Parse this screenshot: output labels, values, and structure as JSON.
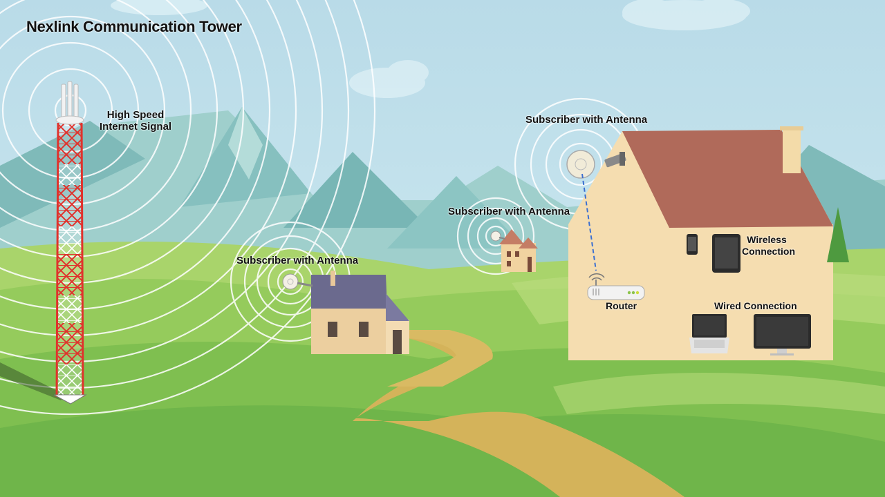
{
  "diagram": {
    "title": "Nexlink Communication Tower",
    "tower_signal_label": "High Speed Internet Signal",
    "subscribers": [
      {
        "label": "Subscriber with Antenna"
      },
      {
        "label": "Subscriber with Antenna"
      },
      {
        "label": "Subscriber with Antenna"
      }
    ],
    "router_label": "Router",
    "wireless_label": "Wireless Connection",
    "wired_label": "Wired Connection"
  },
  "colors": {
    "sky": "#bfe1ec",
    "mountain": "#8cc5c3",
    "hill_light": "#a9d46b",
    "hill_mid": "#8cc755",
    "hill_dark": "#6fb54a",
    "path": "#d4b35a",
    "tower_red": "#e0322c",
    "tower_white": "#ffffff",
    "house_wall": "#f5ddb0",
    "roof_brown": "#b06a5a",
    "roof_purple": "#6b6a8e",
    "signal_ring": "#ffffff",
    "link_line": "#3b6fd1"
  }
}
